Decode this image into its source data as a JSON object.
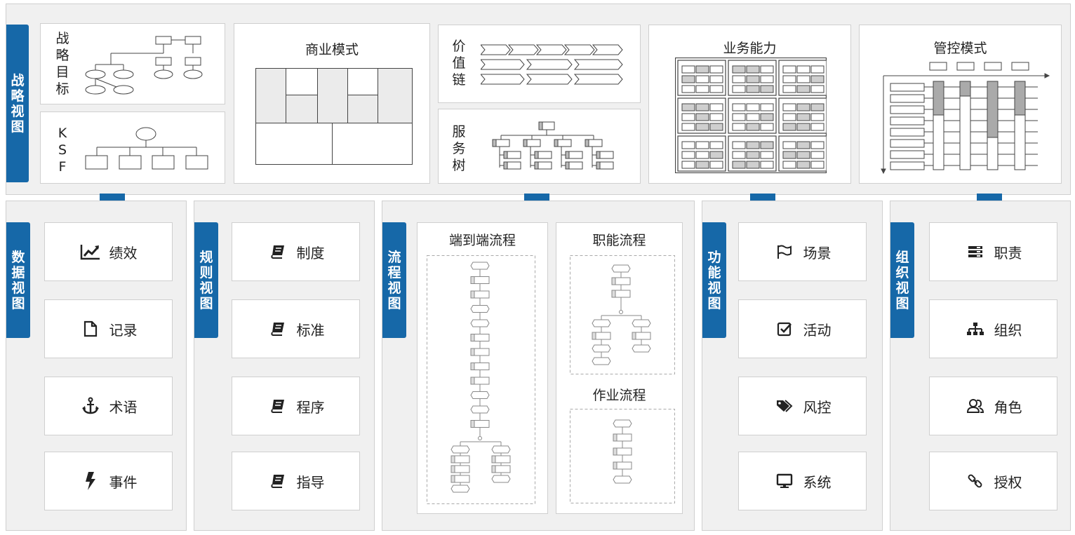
{
  "top": {
    "tab": "战略视图",
    "strategy_goal": "战略目标",
    "ksf": "KSF",
    "business_model": "商业模式",
    "value_chain": "价值链",
    "service_tree": "服务树",
    "business_capability": "业务能力",
    "control_mode": "管控模式"
  },
  "views": {
    "data": {
      "tab": "数据视图",
      "items": [
        "绩效",
        "记录",
        "术语",
        "事件"
      ]
    },
    "rule": {
      "tab": "规则视图",
      "items": [
        "制度",
        "标准",
        "程序",
        "指导"
      ]
    },
    "process": {
      "tab": "流程视图",
      "end_to_end": "端到端流程",
      "functional": "职能流程",
      "operation": "作业流程"
    },
    "function": {
      "tab": "功能视图",
      "items": [
        "场景",
        "活动",
        "风控",
        "系统"
      ]
    },
    "org": {
      "tab": "组织视图",
      "items": [
        "职责",
        "组织",
        "角色",
        "授权"
      ]
    }
  },
  "colors": {
    "accent": "#1668a8",
    "panel": "#f0f0f0",
    "border": "#cfcfcf"
  },
  "icons": {
    "data": [
      "chart-line-icon",
      "file-icon",
      "anchor-icon",
      "bolt-icon"
    ],
    "rule": [
      "book-icon",
      "book-icon",
      "book-icon",
      "book-icon"
    ],
    "function": [
      "flag-icon",
      "checkbox-icon",
      "tags-icon",
      "monitor-icon"
    ],
    "org": [
      "list-icon",
      "sitemap-icon",
      "user-group-icon",
      "chain-icon"
    ]
  }
}
